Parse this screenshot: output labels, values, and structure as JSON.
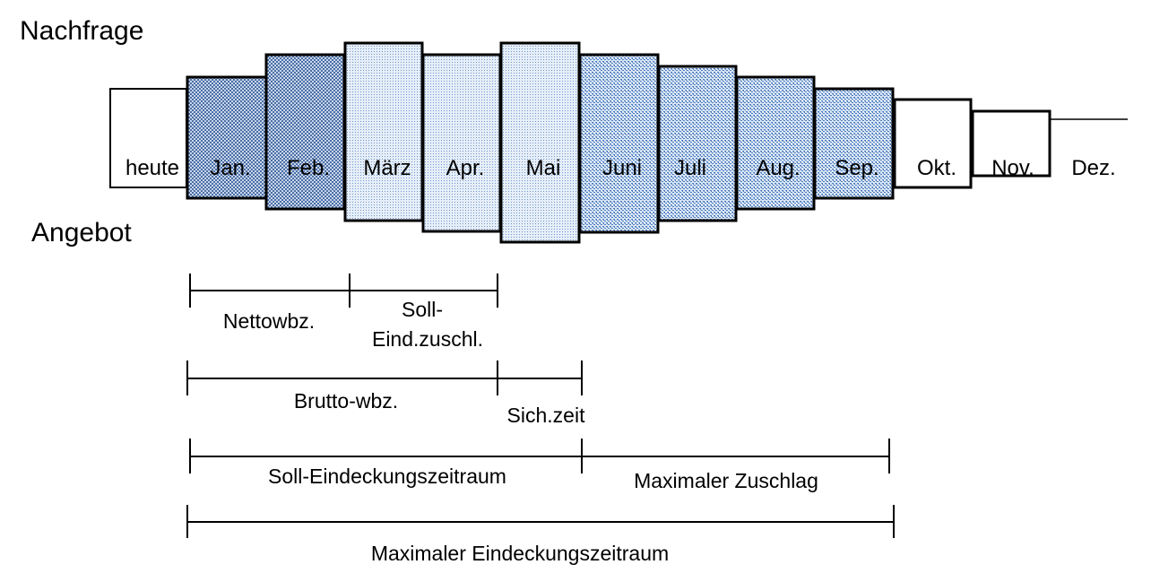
{
  "title_demand": "Nachfrage",
  "title_supply": "Angebot",
  "months": [
    "heute",
    "Jan.",
    "Feb.",
    "März",
    "Apr.",
    "Mai",
    "Juni",
    "Juli",
    "Aug.",
    "Sep.",
    "Okt.",
    "Nov.",
    "Dez."
  ],
  "colors": {
    "dark": "#5a7db5",
    "light": "#7fa6d6",
    "medium": "#4f7fc0"
  },
  "brackets": {
    "nettowbz": "Nettowbz.",
    "soll_eind_1": "Soll-",
    "soll_eind_2": "Eind.zuschl.",
    "brutto": "Brutto-wbz.",
    "sichzeit": "Sich.zeit",
    "soll_zeitraum": "Soll-Eindeckungszeitraum",
    "max_zuschlag": "Maximaler Zuschlag",
    "max_zeitraum": "Maximaler Eindeckungszeitraum"
  }
}
